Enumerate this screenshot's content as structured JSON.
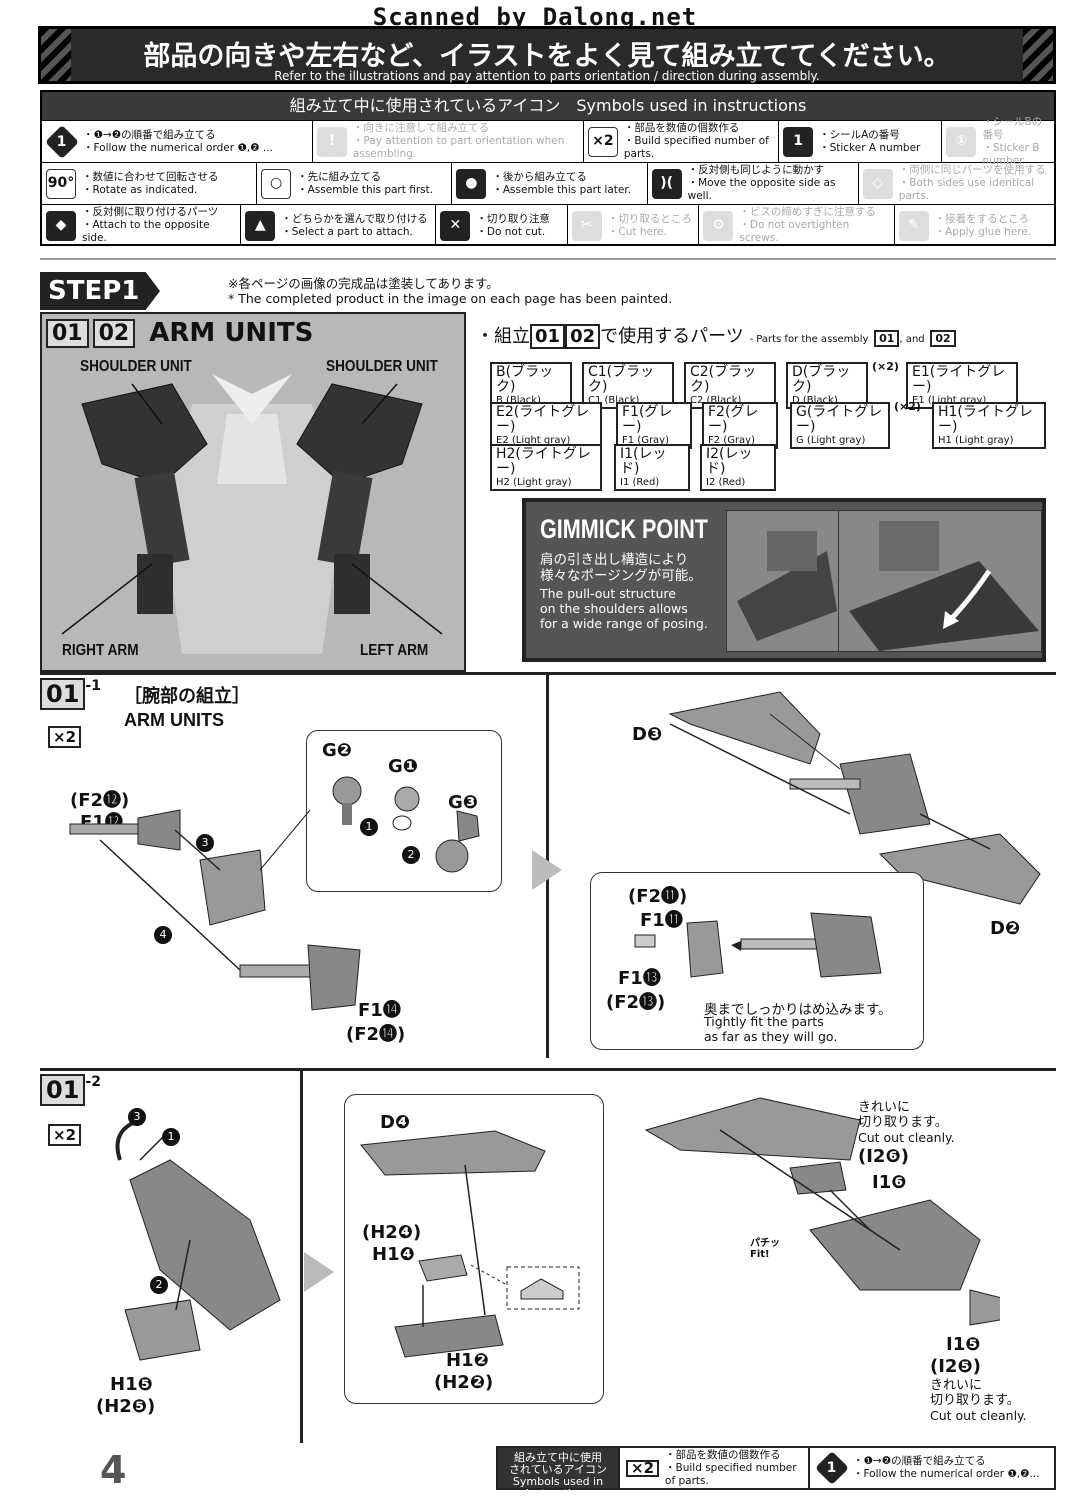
{
  "watermark": "Scanned by Dalong.net",
  "header": {
    "jp": "部品の向きや左右など、イラストをよく見て組み立ててください。",
    "en": "Refer to the illustrations and pay attention to parts orientation / direction during assembly."
  },
  "symbols": {
    "title": "組み立て中に使用されているアイコン　Symbols used in instructions",
    "row1": [
      {
        "icon": "1",
        "jp": "・❶→❷の順番で組み立てる",
        "en": "・Follow the numerical order ❶,❷ ...",
        "faded": false
      },
      {
        "icon": "!",
        "jp": "・向きに注意して組み立てる",
        "en": "・Pay attention to part orientation when assembling.",
        "faded": true
      },
      {
        "icon": "×2",
        "jp": "・部品を数値の個数作る",
        "en": "・Build specified number of parts.",
        "faded": false
      },
      {
        "icon": "1",
        "jp": "・シールAの番号",
        "en": "・Sticker A number",
        "faded": false
      },
      {
        "icon": "①",
        "jp": "・シールBの番号",
        "en": "・Sticker B number",
        "faded": true
      }
    ],
    "row2": [
      {
        "icon": "90°",
        "jp": "・数値に合わせて回転させる",
        "en": "・Rotate as indicated.",
        "faded": false
      },
      {
        "icon": "○",
        "jp": "・先に組み立てる",
        "en": "・Assemble this part first.",
        "faded": false
      },
      {
        "icon": "●",
        "jp": "・後から組み立てる",
        "en": "・Assemble this part later.",
        "faded": false
      },
      {
        "icon": ")(",
        "jp": "・反対側も同じように動かす",
        "en": "・Move the opposite side as well.",
        "faded": false
      },
      {
        "icon": "◇",
        "jp": "・両側に同じパーツを使用する",
        "en": "・Both sides use identical parts.",
        "faded": true
      }
    ],
    "row3": [
      {
        "icon": "◆",
        "jp": "・反対側に取り付けるパーツ",
        "en": "・Attach to the opposite side.",
        "faded": false
      },
      {
        "icon": "▲",
        "jp": "・どちらかを選んで取り付ける",
        "en": "・Select a part to attach.",
        "faded": false
      },
      {
        "icon": "✕",
        "jp": "・切り取り注意",
        "en": "・Do not cut.",
        "faded": false
      },
      {
        "icon": "✂",
        "jp": "・切り取るところ",
        "en": "・Cut here.",
        "faded": true
      },
      {
        "icon": "⚙",
        "jp": "・ビスの締めすぎに注意する",
        "en": "・Do not overtighten screws.",
        "faded": true
      },
      {
        "icon": "✎",
        "jp": "・接着をするところ",
        "en": "・Apply glue here.",
        "faded": true
      }
    ]
  },
  "step": {
    "label": "STEP1",
    "note_jp": "※各ページの画像の完成品は塗装してあります。",
    "note_en": "* The completed product in the image on each page has been painted."
  },
  "arm": {
    "n1": "01",
    "n2": "02",
    "title": "ARM UNITS",
    "shoulder_l": "SHOULDER UNIT",
    "shoulder_r": "SHOULDER UNIT",
    "right_arm": "RIGHT ARM",
    "left_arm": "LEFT ARM"
  },
  "parts": {
    "lead": "・組立",
    "n1": "01",
    "n2": "02",
    "mid": "で使用するパーツ",
    "en": "- Parts for the assembly",
    "en_n1": "01",
    "en_and": ", and",
    "en_n2": "02",
    "chips": [
      {
        "jp": "B(ブラック)",
        "en": "B (Black)",
        "mult": ""
      },
      {
        "jp": "C1(ブラック)",
        "en": "C1 (Black)",
        "mult": ""
      },
      {
        "jp": "C2(ブラック)",
        "en": "C2 (Black)",
        "mult": ""
      },
      {
        "jp": "D(ブラック)",
        "en": "D (Black)",
        "mult": "(×2)"
      },
      {
        "jp": "E1(ライトグレー)",
        "en": "E1 (Light gray)",
        "mult": ""
      },
      {
        "jp": "E2(ライトグレー)",
        "en": "E2 (Light gray)",
        "mult": ""
      },
      {
        "jp": "F1(グレー)",
        "en": "F1 (Gray)",
        "mult": ""
      },
      {
        "jp": "F2(グレー)",
        "en": "F2 (Gray)",
        "mult": ""
      },
      {
        "jp": "G(ライトグレー)",
        "en": "G (Light gray)",
        "mult": "(×2)"
      },
      {
        "jp": "H1(ライトグレー)",
        "en": "H1 (Light gray)",
        "mult": ""
      },
      {
        "jp": "H2(ライトグレー)",
        "en": "H2 (Light gray)",
        "mult": ""
      },
      {
        "jp": "I1(レッド)",
        "en": "I1 (Red)",
        "mult": ""
      },
      {
        "jp": "I2(レッド)",
        "en": "I2 (Red)",
        "mult": ""
      }
    ]
  },
  "gimmick": {
    "title": "GIMMICK POINT",
    "jp": "肩の引き出し構造により\n様々なポージングが可能。",
    "en": "The pull-out structure\non the shoulders allows\nfor a wide range of posing."
  },
  "s011": {
    "tag": "01",
    "sub": "-1",
    "jp": "［腕部の組立］",
    "en": "ARM UNITS",
    "x2": "×2",
    "g2": "G❷",
    "g1": "G❶",
    "g3": "G❸",
    "f2_12": "(F2⓬)",
    "f1_12": "F1⓬",
    "f1_14": "F1⓮",
    "f2_14": "(F2⓮)",
    "d3": "D❸",
    "d2": "D❷",
    "f2_11": "(F2⓫)",
    "f1_11": "F1⓫",
    "f1_13": "F1⓭",
    "f2_13": "(F2⓭)",
    "tight_jp": "奥までしっかりはめ込みます。",
    "tight_en": "Tightly fit the parts\nas far as they will go.",
    "n1": "1",
    "n2": "2",
    "n3": "3",
    "n4": "4"
  },
  "s012": {
    "tag": "01",
    "sub": "-2",
    "x2": "×2",
    "d4": "D❹",
    "h2_4": "(H2❹)",
    "h1_4": "H1❹",
    "h1_2": "H1❷",
    "h2_2": "(H2❷)",
    "h1_5": "H1❺",
    "h2_5": "(H2❺)",
    "cut1_jp": "きれいに\n切り取ります。",
    "cut1_en": "Cut out cleanly.",
    "i2_6": "(I2❻)",
    "i1_6": "I1❻",
    "fit": "パチッ\nFit!",
    "i1_5": "I1❺",
    "i2_5": "(I2❺)",
    "cut2_jp": "きれいに\n切り取ります。",
    "cut2_en": "Cut out cleanly.",
    "n1": "1",
    "n2": "2",
    "n3": "3"
  },
  "footer": {
    "label": "組み立て中に使用\nされているアイコン\nSymbols used in instructions",
    "x2": "×2",
    "x2_jp": "・部品を数値の個数作る",
    "x2_en": "・Build specified number of parts.",
    "ord": "1",
    "ord_jp": "・❶→❷の順番で組み立てる",
    "ord_en": "・Follow the numerical order ❶,❷..."
  },
  "page": "4"
}
